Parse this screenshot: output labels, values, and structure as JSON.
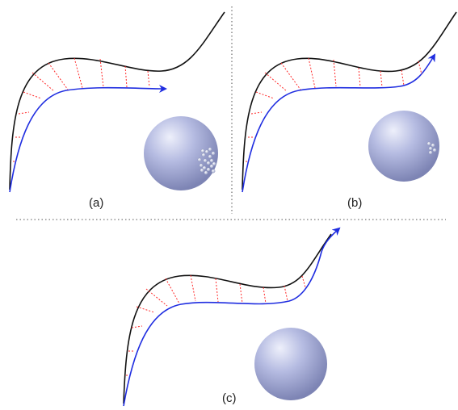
{
  "panels": [
    {
      "id": "a",
      "label": "(a)"
    },
    {
      "id": "b",
      "label": "(b)"
    },
    {
      "id": "c",
      "label": "(c)"
    }
  ],
  "colors": {
    "reference_curve": "#111111",
    "trajectory": "#1f2de0",
    "connector": "#ff2a2a",
    "sphere_light": "#eef0fb",
    "sphere_mid": "#b4badf",
    "sphere_dark": "#7d84b4",
    "divider": "#777777"
  }
}
